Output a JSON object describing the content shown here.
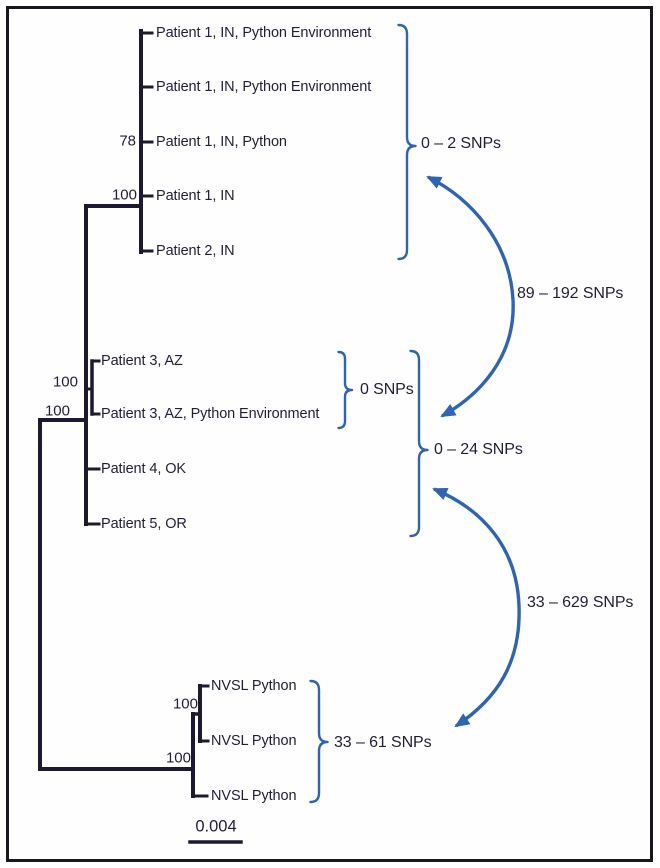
{
  "figure": {
    "colors": {
      "accent_blue": "#2E64B2",
      "ink": "#221E3A",
      "line": "#1C1930"
    },
    "taxa": [
      "Patient 1, IN, Python Environment",
      "Patient 1, IN, Python Environment",
      "Patient 1, IN, Python",
      "Patient 1, IN",
      "Patient 2, IN",
      "Patient 3, AZ",
      "Patient 3, AZ, Python Environment",
      "Patient 4, OK",
      "Patient 5, OR",
      "NVSL Python",
      "NVSL Python",
      "NVSL Python"
    ],
    "supports": [
      "78",
      "100",
      "100",
      "100",
      "100",
      "100"
    ],
    "snp_braces": [
      "0 – 2 SNPs",
      "0 SNPs",
      "0 – 24 SNPs",
      "33 – 61 SNPs"
    ],
    "snp_arrows": [
      "89 – 192 SNPs",
      "33 – 629 SNPs"
    ],
    "scale_bar": "0.004"
  }
}
